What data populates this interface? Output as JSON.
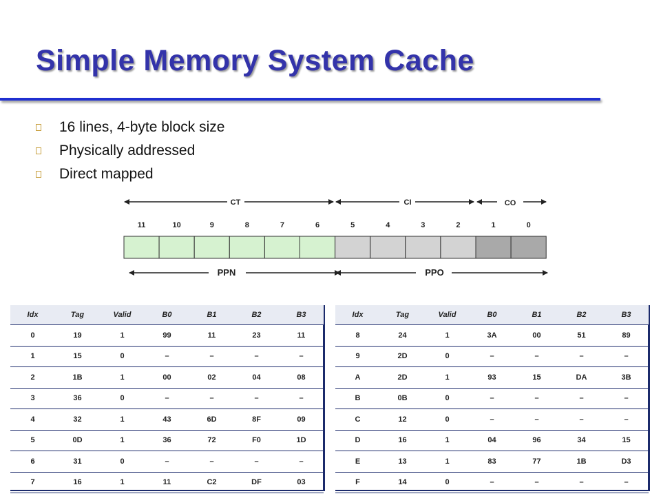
{
  "title": "Simple Memory System Cache",
  "bullets": [
    "16 lines, 4-byte block size",
    "Physically addressed",
    "Direct mapped"
  ],
  "address": {
    "ct_label": "CT",
    "ci_label": "CI",
    "co_label": "CO",
    "ppn_label": "PPN",
    "ppo_label": "PPO",
    "bits": [
      "11",
      "10",
      "9",
      "8",
      "7",
      "6",
      "5",
      "4",
      "3",
      "2",
      "1",
      "0"
    ],
    "colors": {
      "ct": "#d6f2d0",
      "ci": "#d3d3d3",
      "co": "#a9a9a9"
    }
  },
  "table_headers": [
    "Idx",
    "Tag",
    "Valid",
    "B0",
    "B1",
    "B2",
    "B3"
  ],
  "left_rows": [
    [
      "0",
      "19",
      "1",
      "99",
      "11",
      "23",
      "11"
    ],
    [
      "1",
      "15",
      "0",
      "–",
      "–",
      "–",
      "–"
    ],
    [
      "2",
      "1B",
      "1",
      "00",
      "02",
      "04",
      "08"
    ],
    [
      "3",
      "36",
      "0",
      "–",
      "–",
      "–",
      "–"
    ],
    [
      "4",
      "32",
      "1",
      "43",
      "6D",
      "8F",
      "09"
    ],
    [
      "5",
      "0D",
      "1",
      "36",
      "72",
      "F0",
      "1D"
    ],
    [
      "6",
      "31",
      "0",
      "–",
      "–",
      "–",
      "–"
    ],
    [
      "7",
      "16",
      "1",
      "11",
      "C2",
      "DF",
      "03"
    ]
  ],
  "right_rows": [
    [
      "8",
      "24",
      "1",
      "3A",
      "00",
      "51",
      "89"
    ],
    [
      "9",
      "2D",
      "0",
      "–",
      "–",
      "–",
      "–"
    ],
    [
      "A",
      "2D",
      "1",
      "93",
      "15",
      "DA",
      "3B"
    ],
    [
      "B",
      "0B",
      "0",
      "–",
      "–",
      "–",
      "–"
    ],
    [
      "C",
      "12",
      "0",
      "–",
      "–",
      "–",
      "–"
    ],
    [
      "D",
      "16",
      "1",
      "04",
      "96",
      "34",
      "15"
    ],
    [
      "E",
      "13",
      "1",
      "83",
      "77",
      "1B",
      "D3"
    ],
    [
      "F",
      "14",
      "0",
      "–",
      "–",
      "–",
      "–"
    ]
  ]
}
